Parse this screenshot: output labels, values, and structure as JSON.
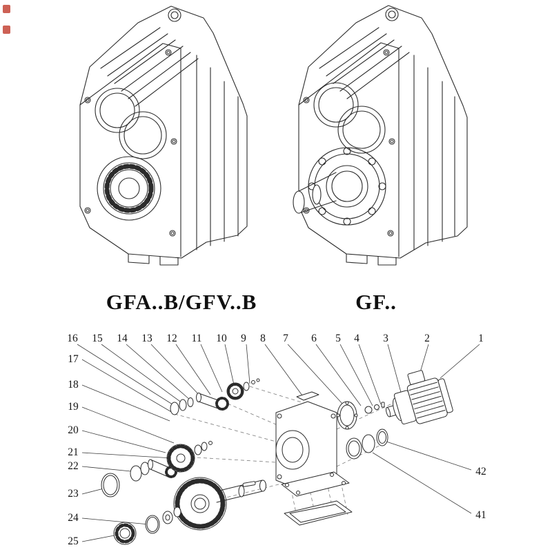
{
  "models": {
    "left_label": "GFA..B/GFV..B",
    "right_label": "GF.."
  },
  "exploded": {
    "top_row": [
      "16",
      "15",
      "14",
      "13",
      "12",
      "11",
      "10",
      "9",
      "8",
      "7",
      "6",
      "5",
      "4",
      "3",
      "2",
      "1"
    ],
    "left_column": [
      "17",
      "18",
      "19",
      "20",
      "21",
      "22",
      "23",
      "24",
      "25"
    ],
    "right_column": [
      "42",
      "41"
    ]
  },
  "colors": {
    "line": "#2b2b2b",
    "leader_line": "#3a3a3a",
    "stamp_red": "#c0392b",
    "background": "#ffffff"
  }
}
